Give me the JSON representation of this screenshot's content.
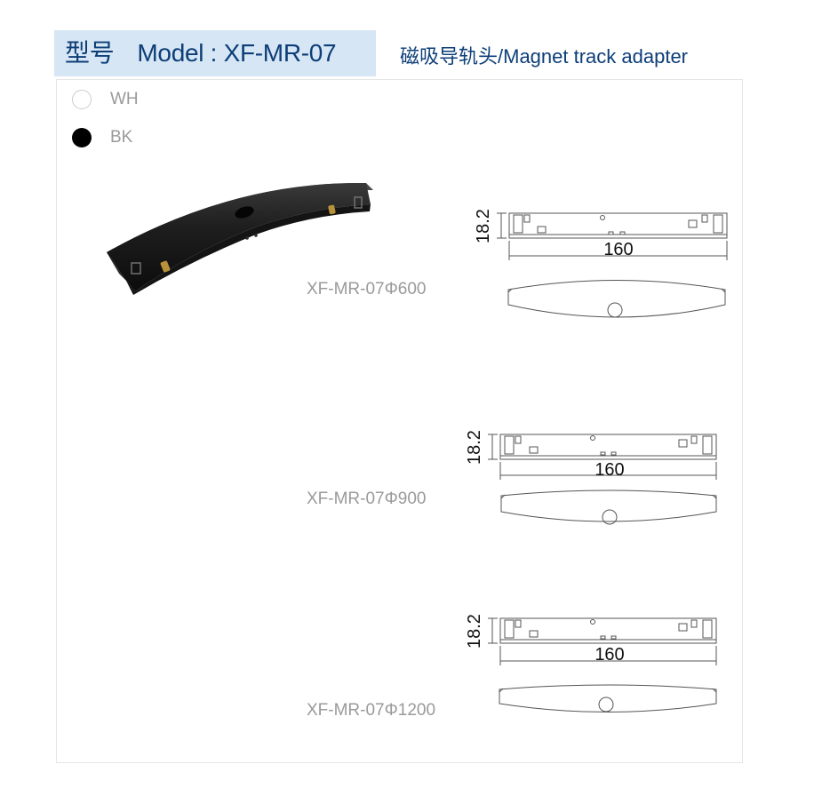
{
  "header": {
    "model_prefix": "型号",
    "model_text": "Model : XF-MR-07",
    "subtitle": "磁吸导轨头/Magnet track adapter",
    "box_color": "#d6e6f4",
    "text_color": "#0d3e78"
  },
  "colors": [
    {
      "code": "WH",
      "swatch": "#ffffff"
    },
    {
      "code": "BK",
      "swatch": "#000000"
    }
  ],
  "variants": [
    {
      "model": "XF-MR-07Φ600",
      "height": "18.2",
      "length": "160"
    },
    {
      "model": "XF-MR-07Φ900",
      "height": "18.2",
      "length": "160"
    },
    {
      "model": "XF-MR-07Φ1200",
      "height": "18.2",
      "length": "160"
    }
  ]
}
